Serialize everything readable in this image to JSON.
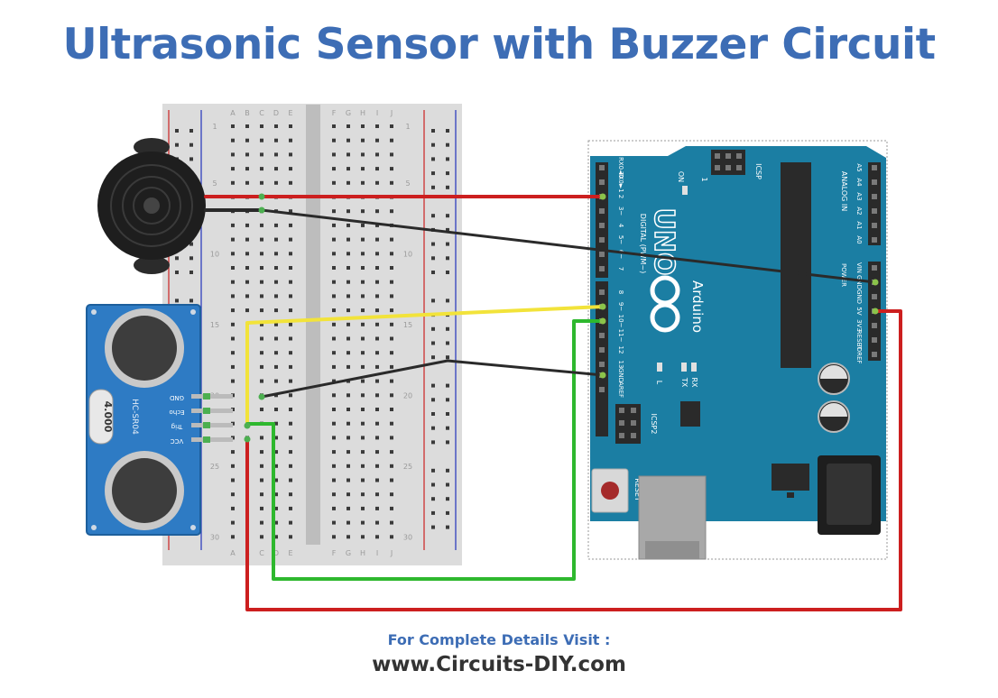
{
  "title": "Ultrasonic Sensor with Buzzer Circuit",
  "footer": {
    "label": "For Complete Details Visit :",
    "url": "www.Circuits-DIY.com"
  },
  "breadboard": {
    "columns_left": [
      "A",
      "B",
      "C",
      "D",
      "E"
    ],
    "columns_right": [
      "F",
      "G",
      "H",
      "I",
      "J"
    ],
    "row_numbers": [
      "1",
      "5",
      "10",
      "15",
      "20",
      "25",
      "30"
    ]
  },
  "sensor": {
    "model": "HC-SR04",
    "crystal": "4.000",
    "pins": [
      "GND",
      "Echo",
      "Trig",
      "VCC"
    ]
  },
  "arduino": {
    "logo": "Arduino",
    "model": "UNO",
    "digital_label": "DIGITAL (PWM~)",
    "digital_pins": [
      "RX0◄0",
      "TX0►1",
      "2",
      "3~",
      "4",
      "5~",
      "6~",
      "7",
      "8",
      "9~",
      "10~",
      "11~",
      "12",
      "13",
      "GND",
      "AREF"
    ],
    "analog_label": "ANALOG IN",
    "analog_pins": [
      "A5",
      "A4",
      "A3",
      "A2",
      "A1",
      "A0"
    ],
    "power_label": "POWER",
    "power_pins": [
      "VIN",
      "GND",
      "GND",
      "5V",
      "3V3",
      "RESET",
      "IOREF"
    ],
    "labels": {
      "on": "ON",
      "icsp": "ICSP",
      "icsp2": "ICSP2",
      "reset": "RESET",
      "tx": "TX",
      "rx": "RX",
      "l": "L",
      "one": "1"
    }
  },
  "colors": {
    "title": "#3d6db5",
    "board": "#1b7ea3",
    "sensor_board": "#2e7bc4",
    "wire_red": "#cc1f1f",
    "wire_black": "#2a2a2a",
    "wire_yellow": "#f2e33a",
    "wire_green": "#2eb82e"
  },
  "icons": [
    "buzzer-icon",
    "ultrasonic-sensor-icon",
    "breadboard-icon",
    "arduino-uno-icon"
  ]
}
